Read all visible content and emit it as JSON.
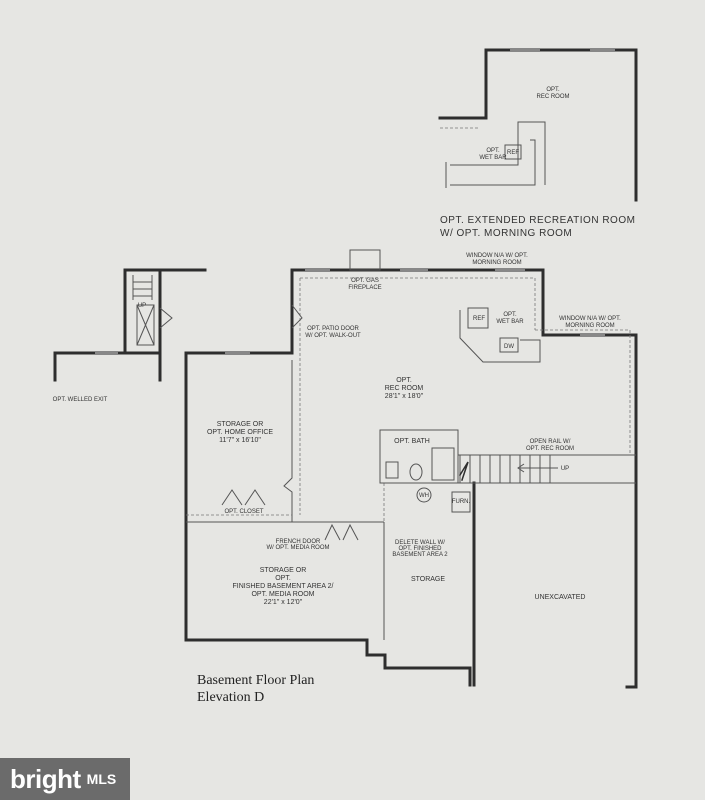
{
  "extension": {
    "opt_rec_room": [
      "OPT.",
      "REC ROOM"
    ],
    "ref": "REF",
    "wet_bar": [
      "OPT.",
      "WET BAR"
    ],
    "caption": [
      "OPT. EXTENDED RECREATION ROOM",
      "W/ OPT. MORNING ROOM"
    ]
  },
  "labels": {
    "up_small": "UP",
    "welled_exit": "OPT. WELLED EXIT",
    "gas_fireplace": [
      "OPT. GAS",
      "FIREPLACE"
    ],
    "window_top": [
      "WINDOW N/A W/ OPT.",
      "MORNING ROOM"
    ],
    "patio_door": [
      "OPT. PATIO DOOR",
      "W/ OPT. WALK-OUT"
    ],
    "ref": "REF",
    "wet_bar": [
      "OPT.",
      "WET BAR"
    ],
    "dw": "DW",
    "window_right": [
      "WINDOW N/A W/ OPT.",
      "MORNING ROOM"
    ],
    "rec_room": [
      "OPT.",
      "REC ROOM",
      "28'1\" x 18'0\""
    ],
    "storage_office": [
      "STORAGE OR",
      "OPT. HOME OFFICE",
      "11'7\" x 16'10\""
    ],
    "bath": "OPT. BATH",
    "open_rail": [
      "OPEN RAIL W/",
      "OPT. REC ROOM"
    ],
    "up": "UP",
    "wh": "WH",
    "furn": "FURN.",
    "closet": "OPT. CLOSET",
    "french_door": [
      "FRENCH DOOR",
      "W/ OPT. MEDIA ROOM"
    ],
    "delete_wall": [
      "DELETE WALL W/",
      "OPT. FINISHED",
      "BASEMENT AREA 2"
    ],
    "storage_media": [
      "STORAGE OR",
      "OPT.",
      "FINISHED BASEMENT AREA 2/",
      "OPT. MEDIA ROOM",
      "22'1\" x 12'0\""
    ],
    "storage": "STORAGE",
    "unexcavated": "UNEXCAVATED"
  },
  "title": [
    "Basement Floor Plan",
    "Elevation D"
  ],
  "watermark": {
    "brand": "bright",
    "mls": "MLS"
  },
  "icons": [
    "stair-arrow-icon",
    "door-swing-icon",
    "toilet-icon",
    "tub-icon"
  ]
}
